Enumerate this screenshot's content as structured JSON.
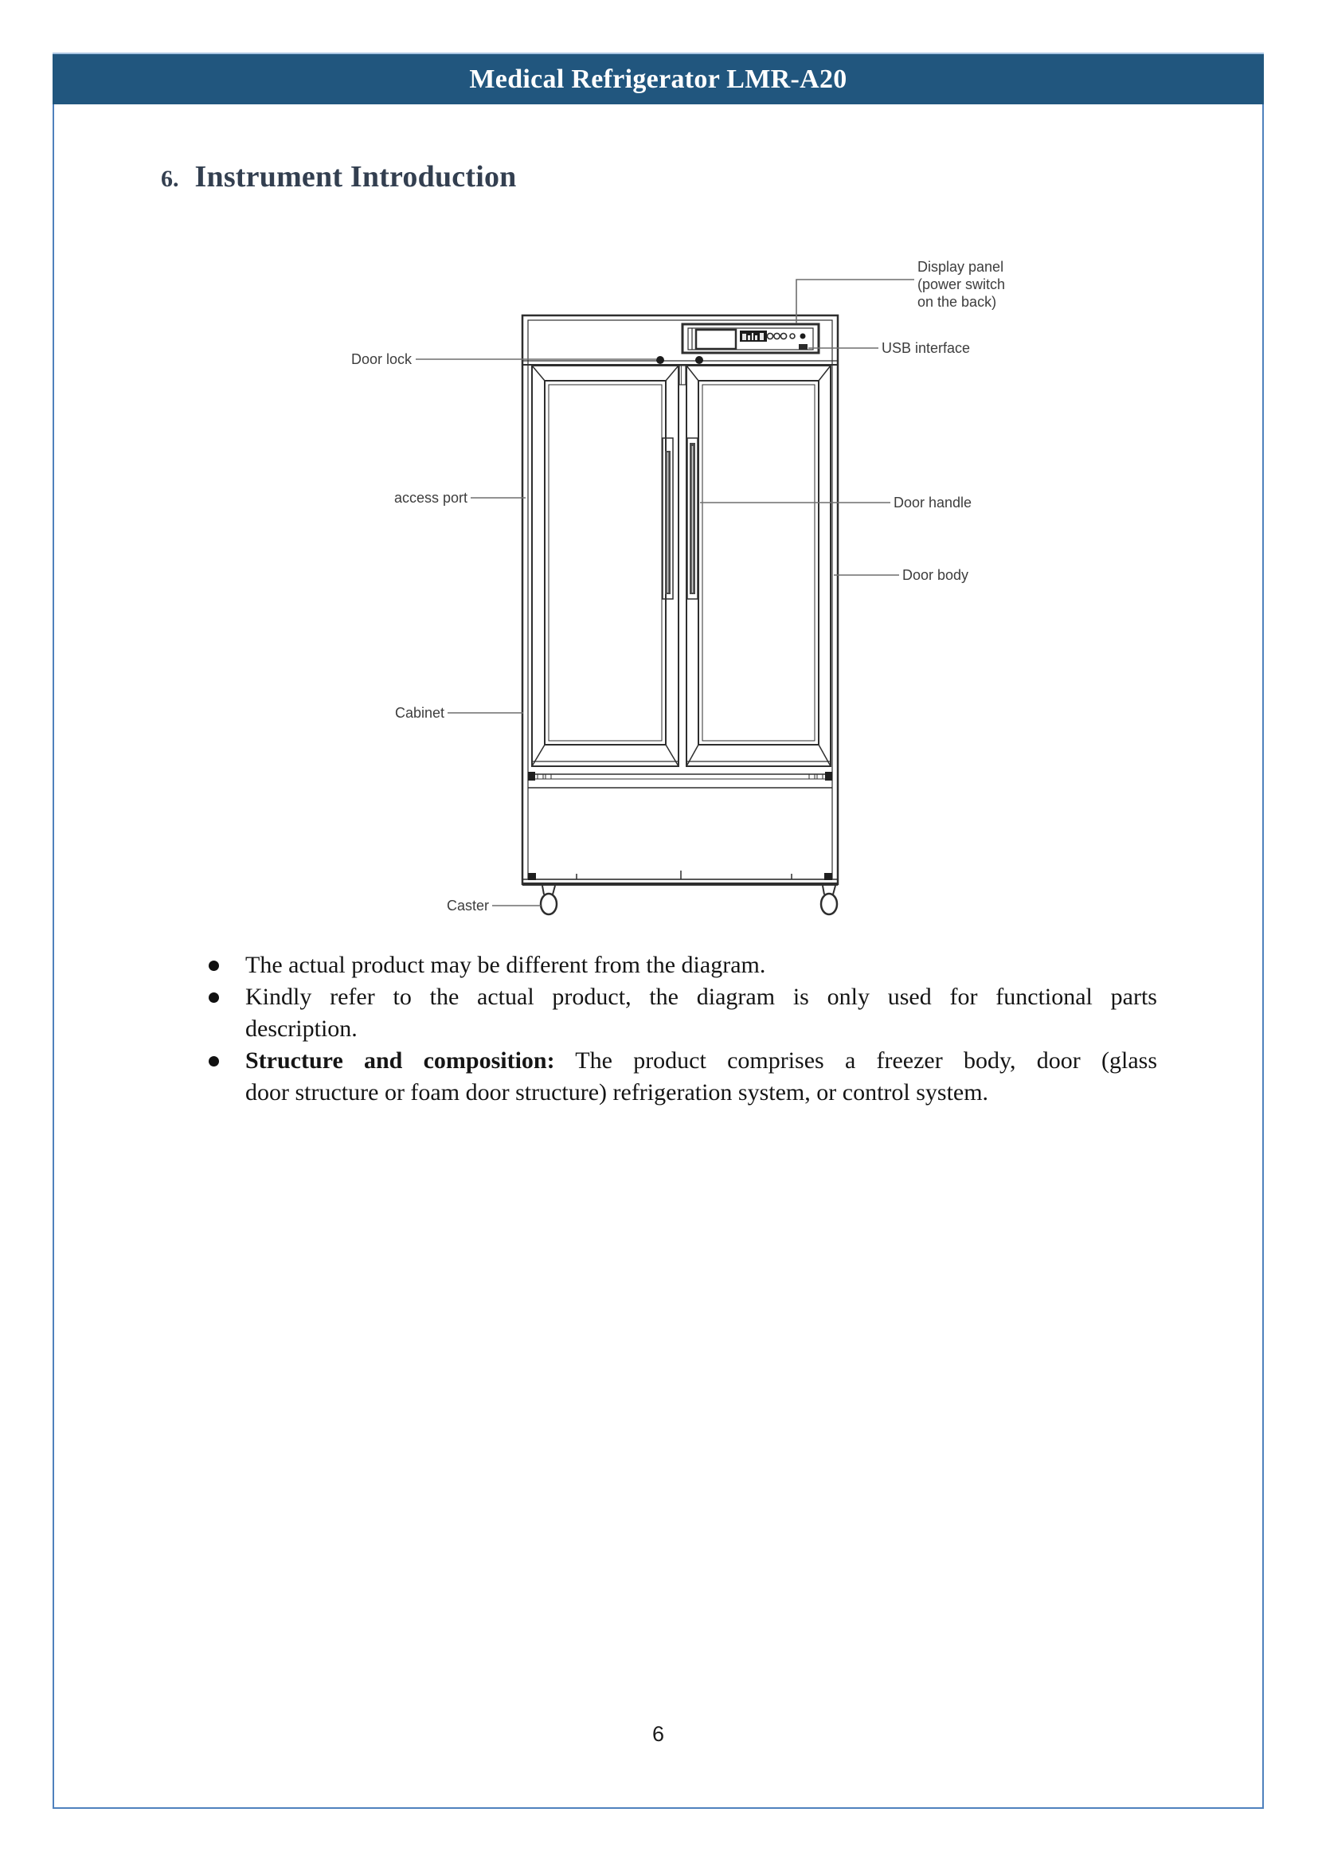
{
  "page": {
    "border_color": "#4f81bd",
    "background": "#ffffff"
  },
  "header": {
    "title": "Medical Refrigerator LMR-A20",
    "bg_color": "#21567e",
    "text_color": "#ffffff"
  },
  "section": {
    "number": "6.",
    "title": "Instrument Introduction",
    "color": "#333f50"
  },
  "diagram": {
    "labels": {
      "display_panel_line1": "Display panel",
      "display_panel_line2": "(power switch",
      "display_panel_line3": "on the back)",
      "usb_interface": "USB interface",
      "door_lock": "Door lock",
      "access_port": "access port",
      "door_handle": "Door handle",
      "door_body": "Door body",
      "cabinet": "Cabinet",
      "caster": "Caster"
    }
  },
  "bullets": {
    "items": [
      {
        "lines": [
          "The actual product may be different from the diagram."
        ]
      },
      {
        "lines": [
          "Kindly refer to the actual product, the diagram is only used for functional parts",
          "description."
        ]
      },
      {
        "bold_prefix": "Structure and composition:",
        "lines": [
          " The product comprises a freezer body, door (glass",
          "door structure or foam door structure) refrigeration system, or control system."
        ]
      }
    ]
  },
  "footer": {
    "page_number": "6"
  }
}
